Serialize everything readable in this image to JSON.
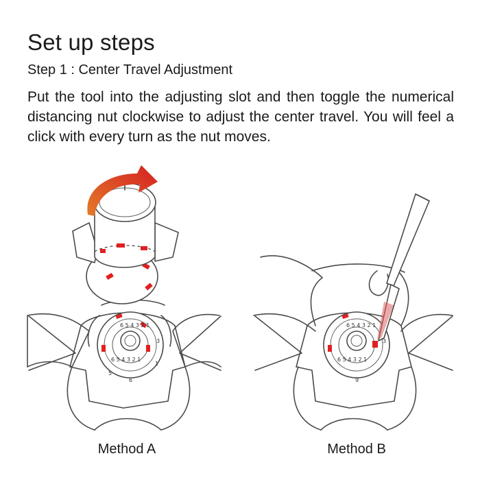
{
  "header": {
    "title": "Set up steps",
    "step_title": "Step 1 : Center Travel Adjustment"
  },
  "instructions": {
    "text": "Put the tool into the adjusting slot and then toggle the numerical distancing nut clockwise to adjust the center travel. You will feel a click with every turn as the nut moves."
  },
  "figures": [
    {
      "caption": "Method A",
      "tool": "cylindrical-adjusting-tool",
      "rotation": "clockwise"
    },
    {
      "caption": "Method B",
      "tool": "flat-blade-tool"
    }
  ],
  "dial": {
    "numbers": "654321",
    "accent_color": "#e02020"
  },
  "colors": {
    "line": "#4a4a4a",
    "accent": "#e02020",
    "text": "#1a1a1a"
  }
}
